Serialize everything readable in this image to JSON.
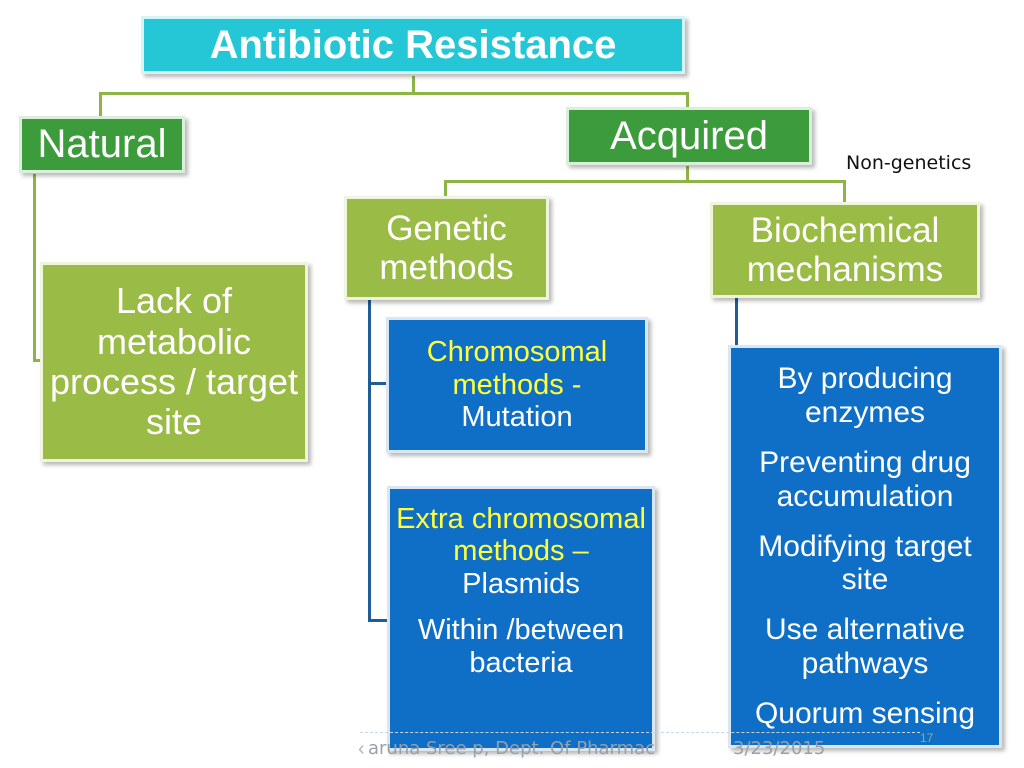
{
  "title": "Antibiotic Resistance",
  "branches": {
    "natural": {
      "label": "Natural",
      "description": "Lack of metabolic process / target site"
    },
    "acquired": {
      "label": "Acquired",
      "note": "Non-genetics",
      "genetic": {
        "label": "Genetic methods",
        "chromosomal": {
          "title": "Chromosomal methods -",
          "subtitle": "Mutation"
        },
        "extra_chromosomal": {
          "title": "Extra chromosomal methods –",
          "subtitle": "Plasmids",
          "detail": "Within /between bacteria"
        }
      },
      "biochemical": {
        "label": "Biochemical mechanisms",
        "items": [
          "By producing enzymes",
          "Preventing drug accumulation",
          "Modifying target site",
          "Use alternative pathways",
          "Quorum sensing"
        ]
      }
    }
  },
  "footer": {
    "author": "aruna Sree p, Dept. Of Pharmac",
    "date": "3/23/2015",
    "page": "17"
  },
  "colors": {
    "title_bg": "#25c7d6",
    "dark_green": "#3c9c3c",
    "light_green": "#9bbb47",
    "blue": "#0f6fc6",
    "highlight_text": "#ffff3c"
  }
}
